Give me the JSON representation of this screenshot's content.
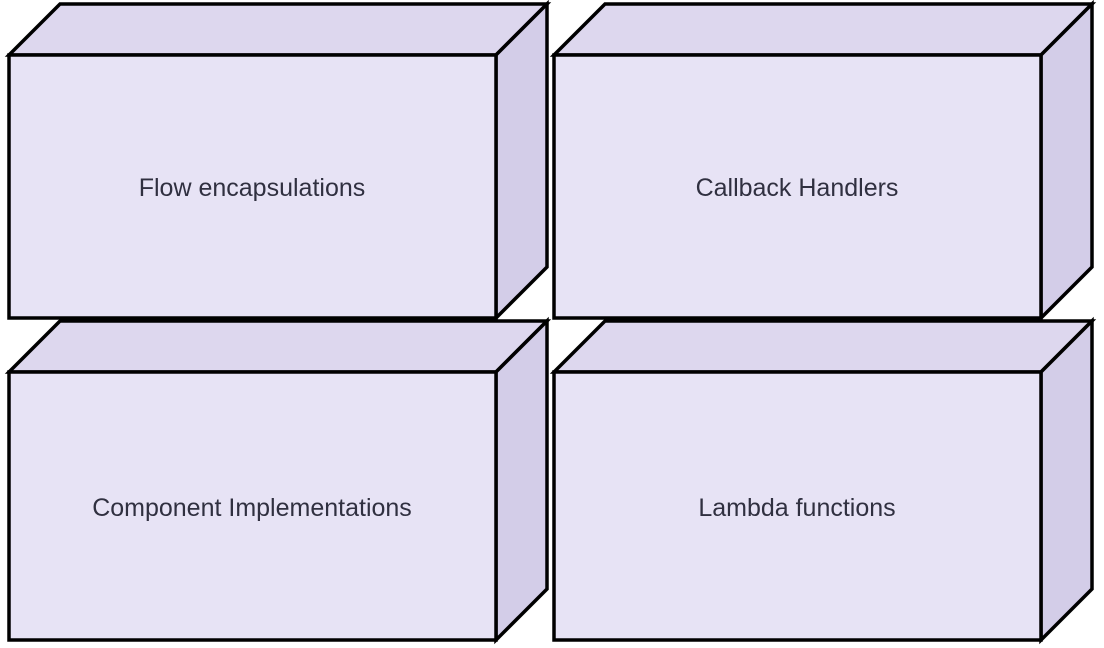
{
  "diagram": {
    "type": "block-diagram-3d-boxes",
    "background_color": "#ffffff",
    "stroke_color": "#000000",
    "text_color": "#303040",
    "face_colors": {
      "front": "#e7e3f5",
      "top": "#ddd7ee",
      "side": "#d3cde8"
    },
    "nodes": [
      {
        "label": "Flow encapsulations"
      },
      {
        "label": "Callback Handlers"
      },
      {
        "label": "Component Implementations"
      },
      {
        "label": "Lambda functions"
      }
    ]
  }
}
